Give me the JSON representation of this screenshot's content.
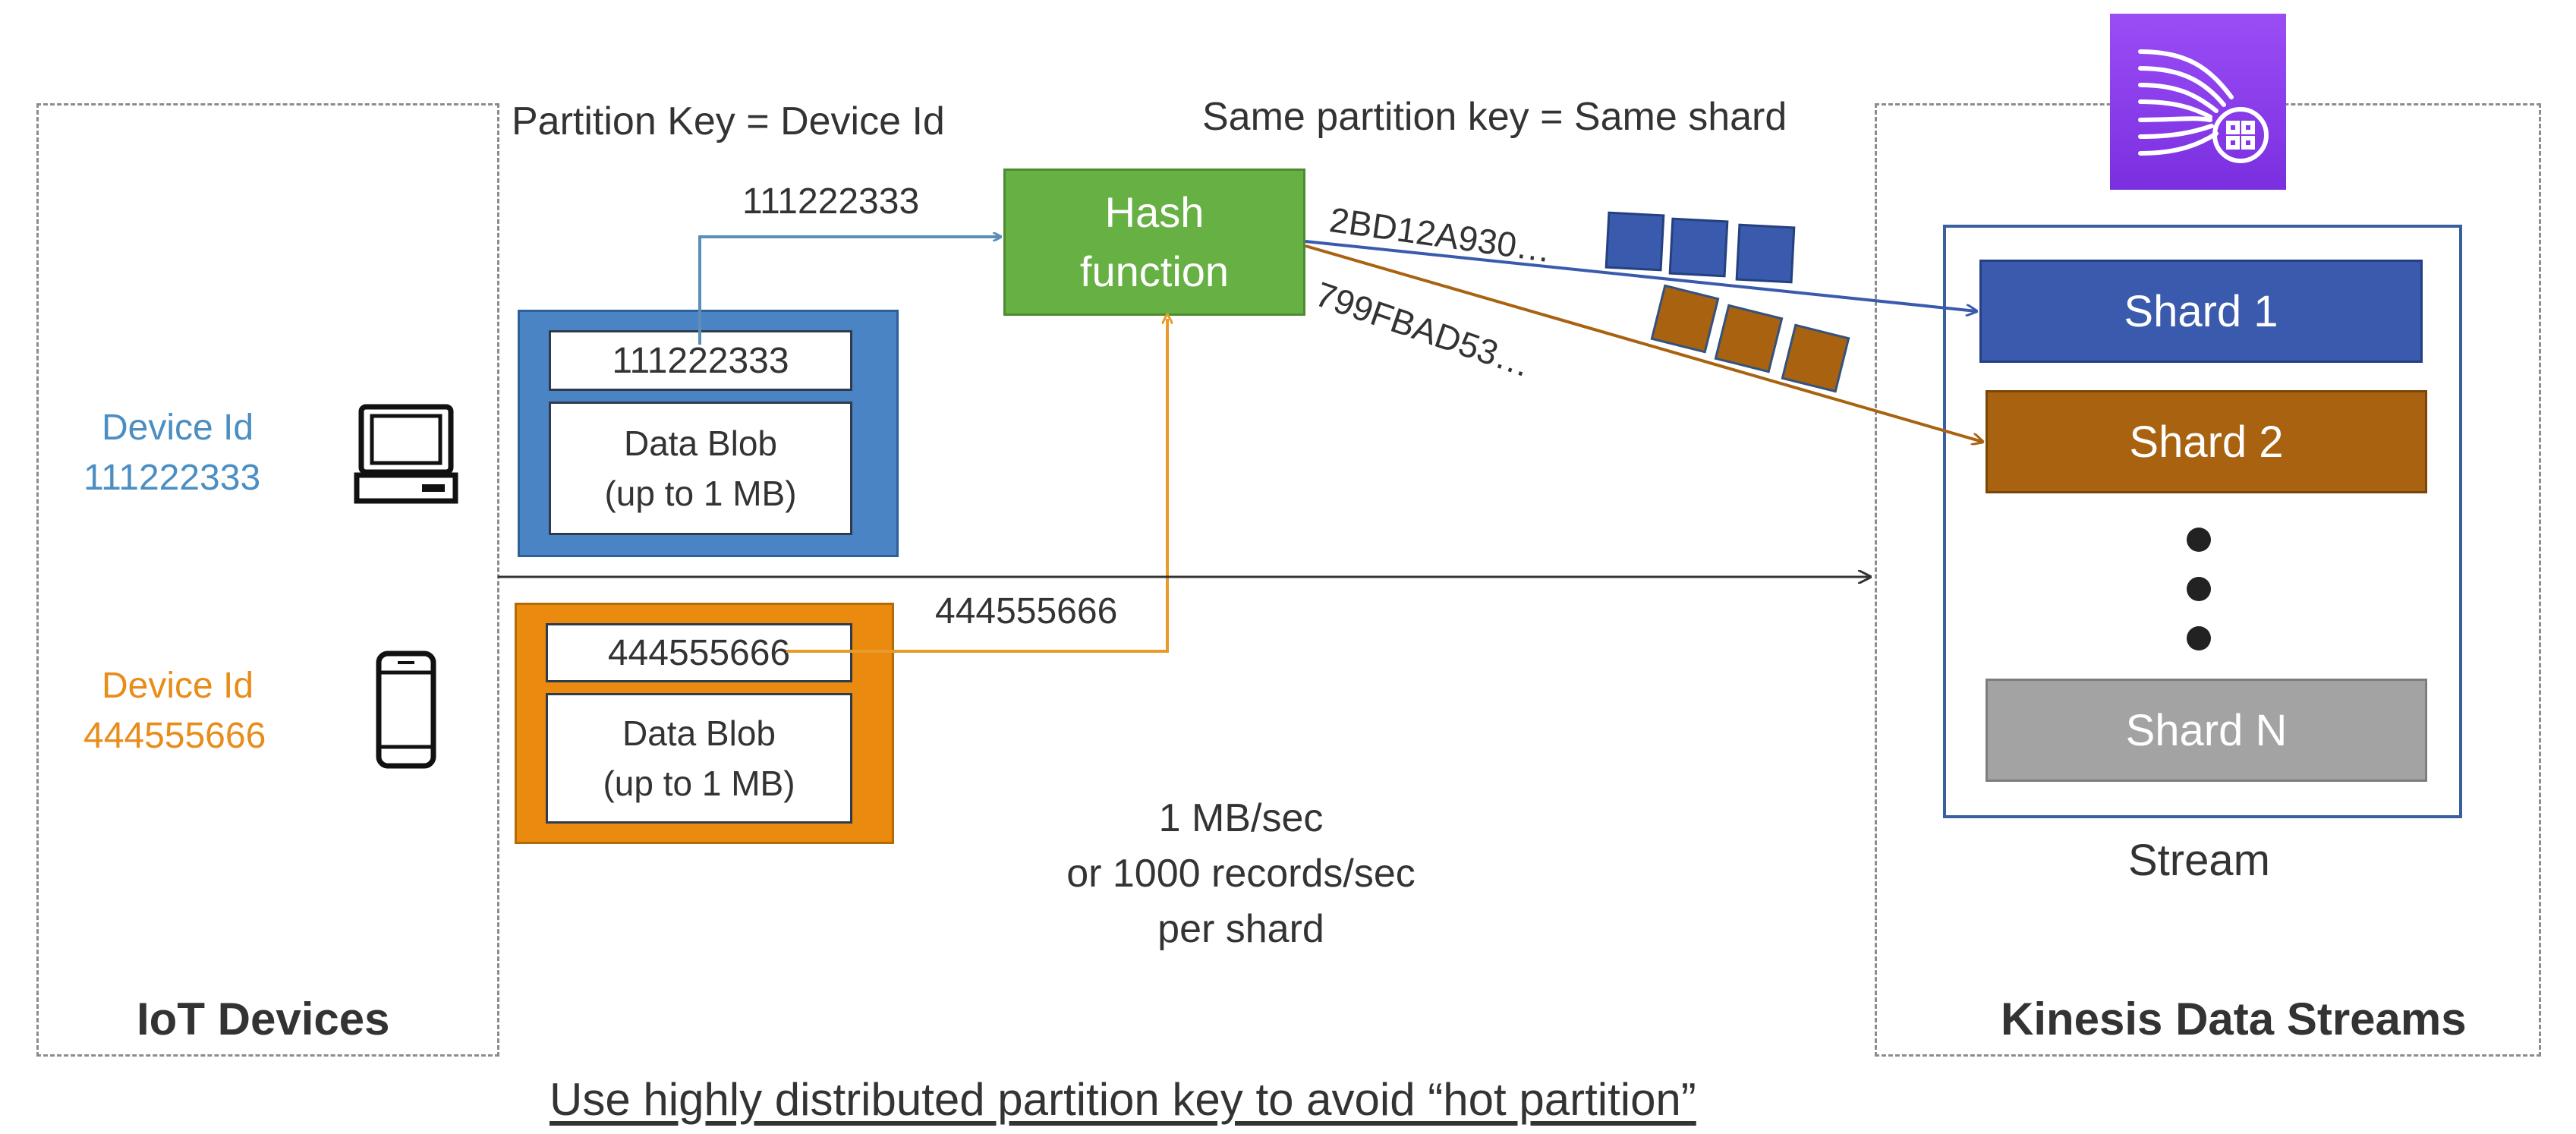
{
  "iot_panel": {
    "title": "IoT Devices"
  },
  "kinesis_panel": {
    "title": "Kinesis Data Streams",
    "stream_label": "Stream",
    "icon": "kinesis-data-streams-icon"
  },
  "devices": [
    {
      "label": "Device Id",
      "id": "111222333",
      "color": "#4a8ec2",
      "icon": "laptop-icon"
    },
    {
      "label": "Device Id",
      "id": "444555666",
      "color": "#e88c1a",
      "icon": "mobile-phone-icon"
    }
  ],
  "records": [
    {
      "key": "111222333",
      "blob_line1": "Data Blob",
      "blob_line2": "(up to 1 MB)",
      "color": "#4a84c4"
    },
    {
      "key": "444555666",
      "blob_line1": "Data Blob",
      "blob_line2": "(up to 1 MB)",
      "color": "#ea8a0e"
    }
  ],
  "labels": {
    "partition_key": "Partition Key = Device Id",
    "same_key": "Same partition key = Same shard",
    "arrow_key_1": "111222333",
    "arrow_key_2": "444555666",
    "hash_line1": "Hash",
    "hash_line2": "function",
    "hash_out_1": "2BD12A930…",
    "hash_out_2": "799FBAD53…",
    "throughput_1": "1 MB/sec",
    "throughput_2": "or 1000 records/sec",
    "throughput_3": "per shard",
    "footer": "Use highly distributed partition key to avoid “hot partition”"
  },
  "shards": [
    {
      "label": "Shard 1",
      "color": "#3a5aad"
    },
    {
      "label": "Shard 2",
      "color": "#a86210"
    },
    {
      "label": "Shard N",
      "color": "#a3a3a3"
    }
  ],
  "colors": {
    "blue_arrow": "#5b8fb8",
    "orange_arrow": "#e89a2a",
    "shard1_arrow": "#3a5aad",
    "shard2_arrow": "#a86210",
    "hash_box": "#67b044",
    "kinesis_icon_bg": "#8a3cf0"
  }
}
